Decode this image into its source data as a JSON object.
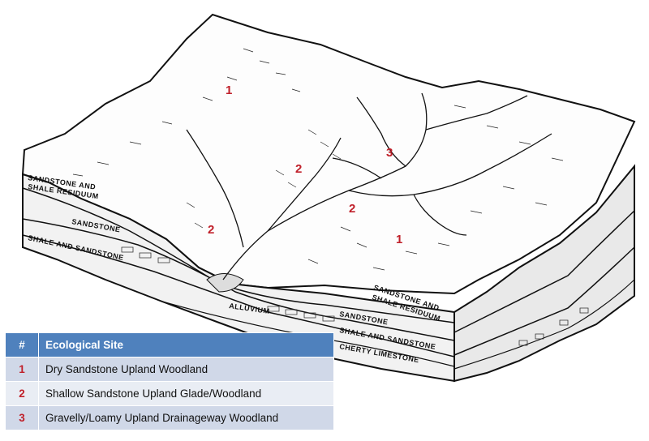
{
  "strata_labels": {
    "left_residuum_line1": "SANDSTONE AND",
    "left_residuum_line2": "SHALE RESIDUUM",
    "left_sandstone": "SANDSTONE",
    "left_shale_sandstone": "SHALE AND SANDSTONE",
    "alluvium": "ALLUVIUM",
    "right_residuum_line1": "SANDSTONE AND",
    "right_residuum_line2": "SHALE RESIDUUM",
    "right_sandstone": "SANDSTONE",
    "right_shale_sandstone": "SHALE AND SANDSTONE",
    "cherty_limestone": "CHERTY LIMESTONE"
  },
  "site_markers": {
    "m1": "1",
    "m2": "2",
    "m3": "2",
    "m4": "3",
    "m5": "2",
    "m6": "1"
  },
  "legend": {
    "header_num": "#",
    "header_label": "Ecological Site",
    "rows": [
      {
        "num": "1",
        "label": "Dry Sandstone Upland Woodland"
      },
      {
        "num": "2",
        "label": "Shallow Sandstone Upland Glade/Woodland"
      },
      {
        "num": "3",
        "label": "Gravelly/Loamy Upland Drainageway Woodland"
      }
    ]
  },
  "colors": {
    "site_number": "#c0202a",
    "legend_header": "#4f81bd",
    "legend_row_odd": "#d0d8e8",
    "legend_row_even": "#e9edf4"
  }
}
